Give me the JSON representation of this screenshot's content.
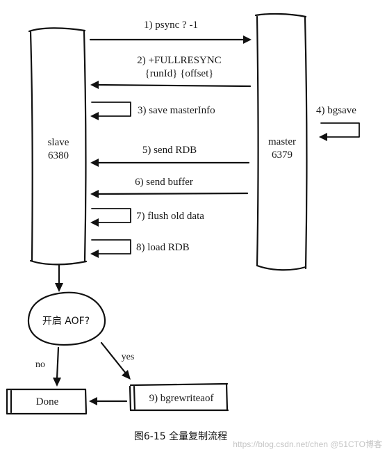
{
  "nodes": {
    "slave": {
      "name": "slave",
      "port": "6380"
    },
    "master": {
      "name": "master",
      "port": "6379"
    },
    "decision": "开启 AOF?",
    "done": "Done",
    "bgrewriteaof": "9) bgrewriteaof"
  },
  "steps": {
    "psync": "1) psync ? -1",
    "fullresync_line1": "2) +FULLRESYNC",
    "fullresync_line2": "{runId} {offset}",
    "save_master_info": "3) save masterInfo",
    "bgsave": "4) bgsave",
    "send_rdb": "5) send RDB",
    "send_buffer": "6) send buffer",
    "flush_old_data": "7) flush old data",
    "load_rdb": "8) load RDB"
  },
  "branches": {
    "no": "no",
    "yes": "yes"
  },
  "caption": "图6-15    全量复制流程",
  "watermark": "https://blog.csdn.net/chen   @51CTO博客"
}
